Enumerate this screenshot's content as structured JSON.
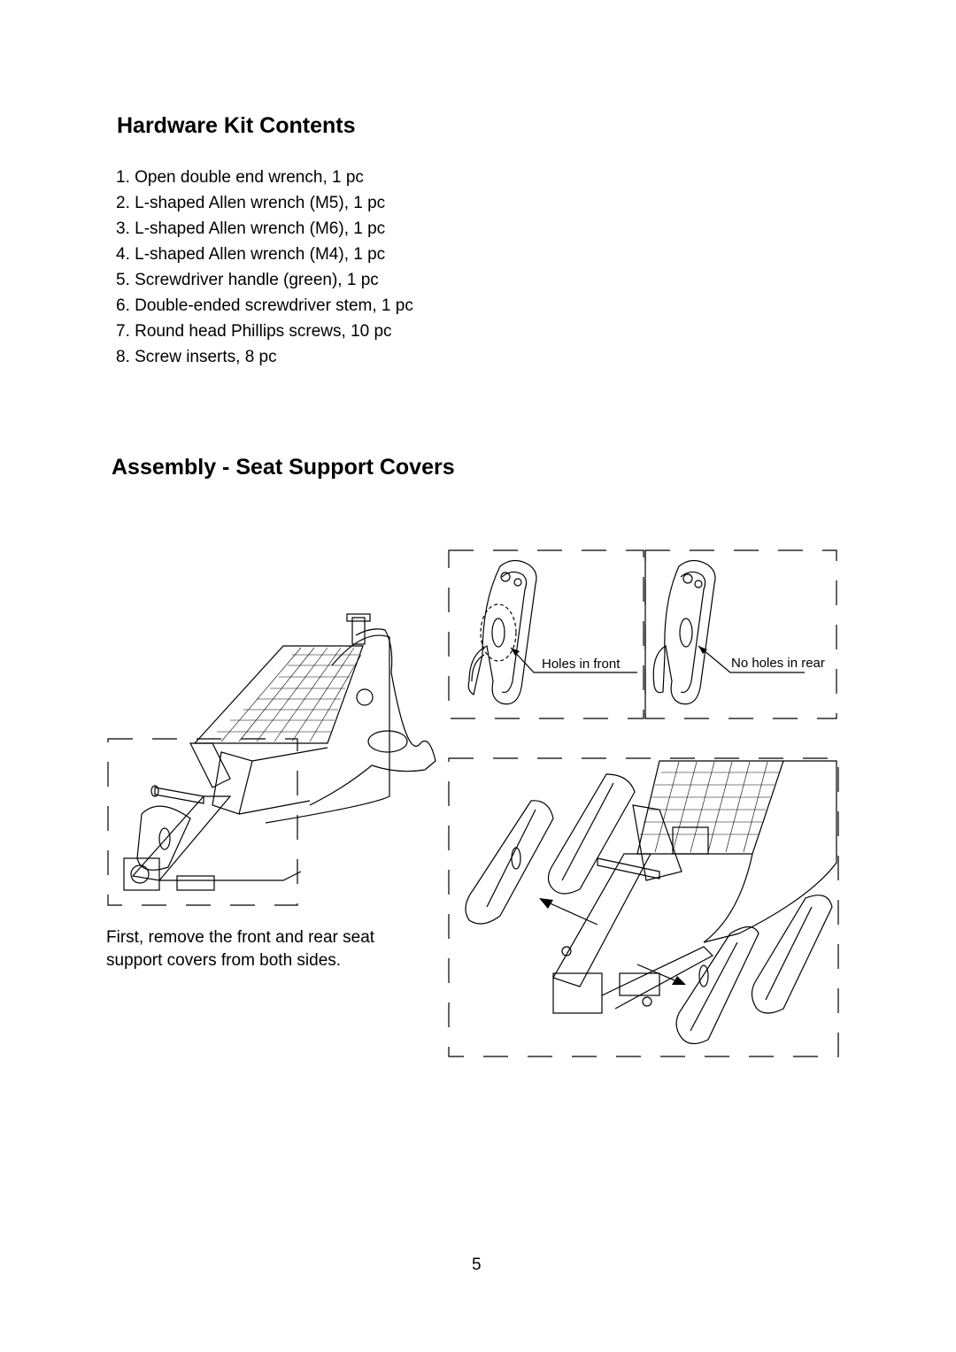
{
  "hardware": {
    "title": "Hardware Kit Contents",
    "items": [
      "1. Open double end wrench, 1 pc",
      "2. L-shaped Allen wrench (M5), 1 pc",
      "3. L-shaped Allen wrench (M6), 1 pc",
      "4. L-shaped Allen wrench (M4), 1 pc",
      "5. Screwdriver handle (green), 1 pc",
      "6. Double-ended screwdriver stem, 1 pc",
      "7. Round head Phillips screws, 10 pc",
      "8. Screw inserts, 8 pc"
    ]
  },
  "assembly": {
    "title": "Assembly - Seat Support Covers",
    "callout_front": "Holes in front",
    "callout_rear": "No holes in rear",
    "caption_line1": "First, remove the front and rear seat",
    "caption_line2": "support covers from both sides."
  },
  "page_number": "5"
}
